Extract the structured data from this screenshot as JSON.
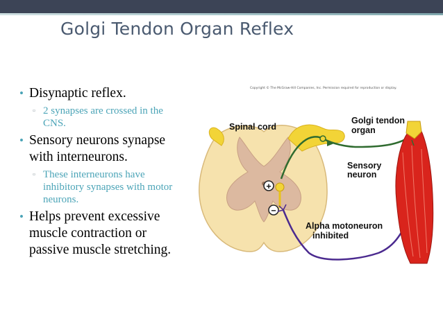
{
  "slide": {
    "title": "Golgi Tendon Organ Reflex",
    "bullets": [
      {
        "text": "Disynaptic reflex.",
        "subs": [
          "2 synapses are crossed in the CNS."
        ]
      },
      {
        "text": "Sensory neurons synapse with interneurons.",
        "subs": [
          "These interneurons have inhibitory synapses with motor neurons."
        ]
      },
      {
        "text": "Helps prevent excessive muscle contraction or passive muscle stretching.",
        "subs": []
      }
    ],
    "bullet_symbol": "•",
    "sub_bullet_symbol": "▫"
  },
  "figure": {
    "copyright": "Copyright © The McGraw-Hill Companies, Inc. Permission required for reproduction or display.",
    "labels": {
      "spinal_cord": "Spinal cord",
      "golgi_line1": "Golgi tendon",
      "golgi_line2": "organ",
      "sensory_line1": "Sensory",
      "sensory_line2": "neuron",
      "alpha_line1": "Alpha motoneuron",
      "alpha_line2": "inhibited",
      "plus": "+",
      "minus": "−"
    },
    "colors": {
      "spinal_outer": "#f6e2ad",
      "gray_matter": "#dcb9a0",
      "sensory_neuron": "#2f6b2f",
      "interneuron": "#e8c21a",
      "motoneuron": "#4b2a8f",
      "muscle": "#d9241c",
      "tendon": "#f2d437"
    }
  }
}
